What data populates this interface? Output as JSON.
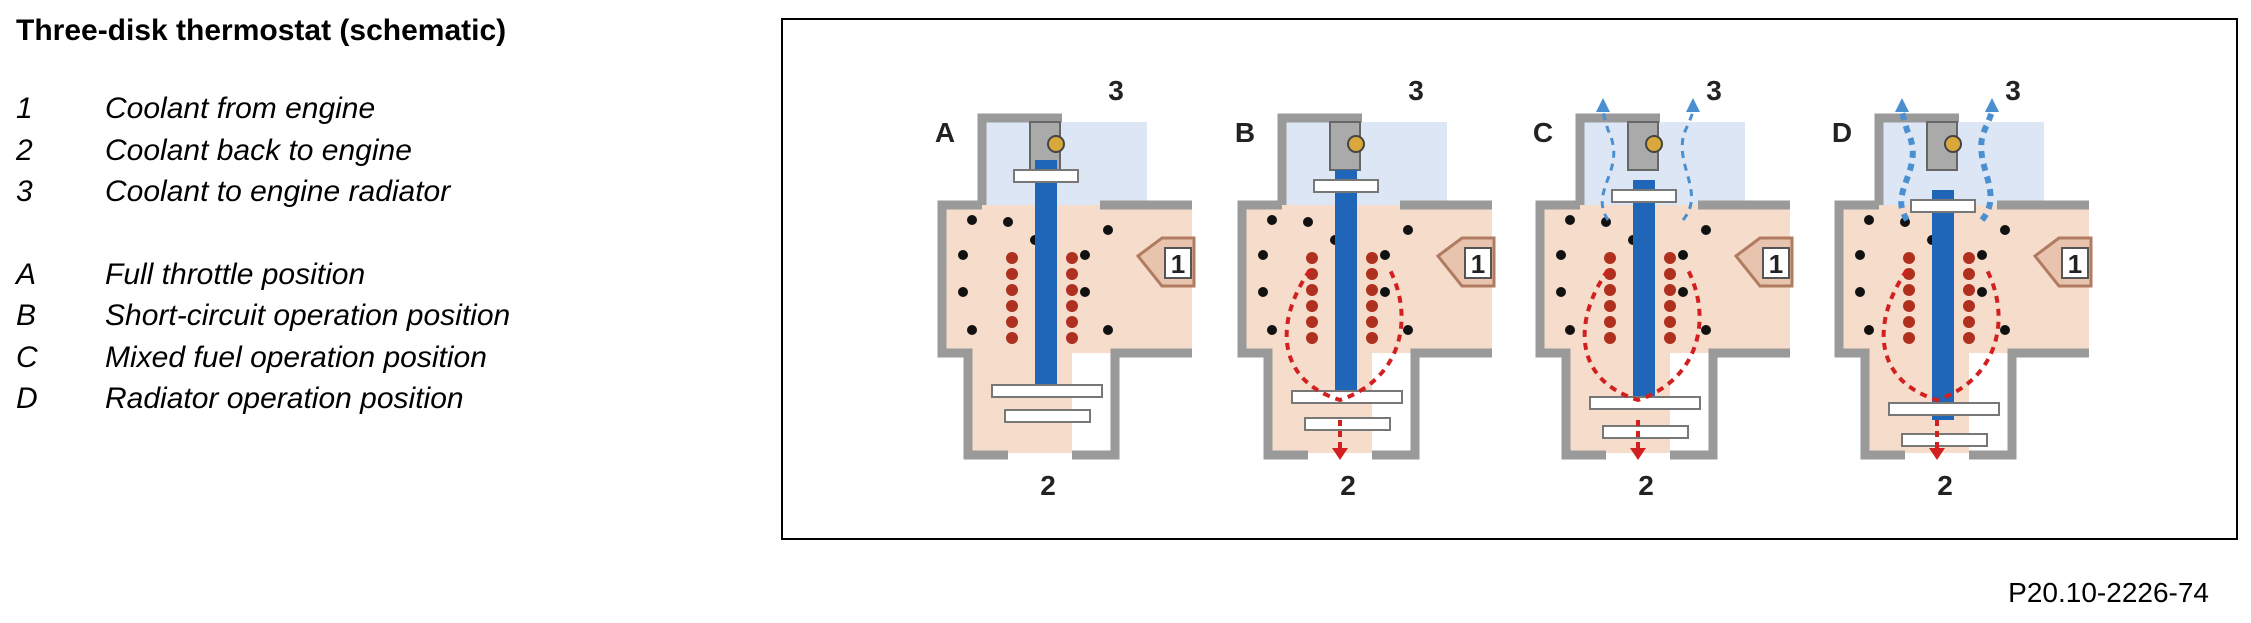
{
  "title": "Three-disk thermostat (schematic)",
  "legend_numbers": [
    {
      "key": "1",
      "text": "Coolant from engine"
    },
    {
      "key": "2",
      "text": "Coolant back to engine"
    },
    {
      "key": "3",
      "text": "Coolant to engine radiator"
    }
  ],
  "legend_letters": [
    {
      "key": "A",
      "text": "Full throttle position"
    },
    {
      "key": "B",
      "text": "Short-circuit operation position"
    },
    {
      "key": "C",
      "text": "Mixed fuel operation position"
    },
    {
      "key": "D",
      "text": "Radiator operation position"
    }
  ],
  "panels": [
    {
      "letter": "A",
      "port_top": "3",
      "port_side": "1",
      "port_bottom": "2"
    },
    {
      "letter": "B",
      "port_top": "3",
      "port_side": "1",
      "port_bottom": "2"
    },
    {
      "letter": "C",
      "port_top": "3",
      "port_side": "1",
      "port_bottom": "2"
    },
    {
      "letter": "D",
      "port_top": "3",
      "port_side": "1",
      "port_bottom": "2"
    }
  ],
  "figure_id": "P20.10-2226-74",
  "colors": {
    "housing": "#9a9a9a",
    "coolant": "#f6dccb",
    "radiator_chamber": "#dde6f4",
    "valve_stem": "#1f66b8",
    "spring": "#b03020",
    "flow_red": "#d22020",
    "flow_blue": "#4a8fd0"
  }
}
